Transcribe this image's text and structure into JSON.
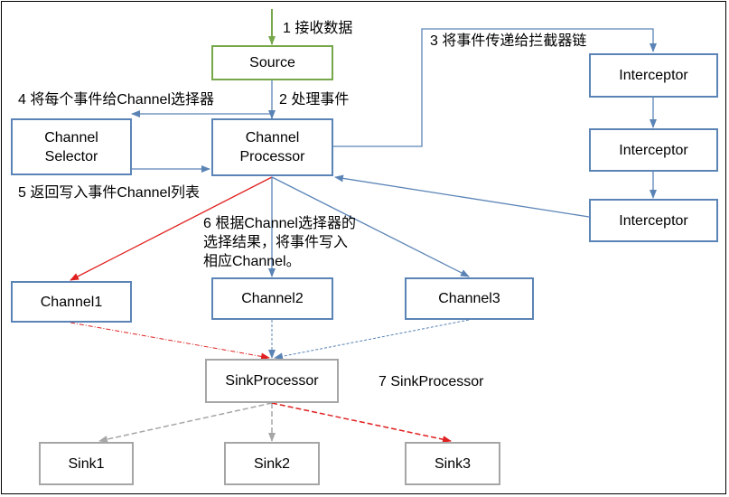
{
  "nodes": {
    "source": "Source",
    "channel_selector": "Channel Selector",
    "channel_processor": "Channel Processor",
    "interceptor_1": "Interceptor",
    "interceptor_2": "Interceptor",
    "interceptor_3": "Interceptor",
    "channel1": "Channel1",
    "channel2": "Channel2",
    "channel3": "Channel3",
    "sink_processor": "SinkProcessor",
    "sink1": "Sink1",
    "sink2": "Sink2",
    "sink3": "Sink3"
  },
  "steps": {
    "step1": "1 接收数据",
    "step2": "2 处理事件",
    "step3": "3 将事件传递给拦截器链",
    "step4": "4 将每个事件给Channel选择器",
    "step5": "5 返回写入事件Channel列表",
    "step6": "6 根据Channel选择器的选择结果，将事件写入相应Channel。",
    "step7": "7 SinkProcessor"
  },
  "colors": {
    "blue": "#5b84b6",
    "green": "#76a74b",
    "gray": "#a6a6a6",
    "red": "#e02020"
  }
}
